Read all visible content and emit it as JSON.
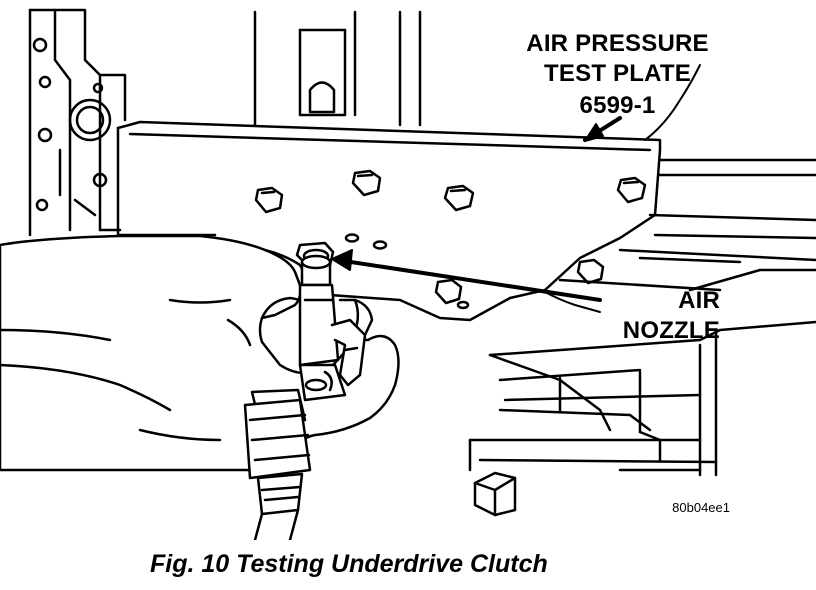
{
  "labels": {
    "plate_line1": "AIR PRESSURE",
    "plate_line2": "TEST PLATE",
    "plate_line3": "6599-1",
    "nozzle_line1": "AIR",
    "nozzle_line2": "NOZZLE"
  },
  "ref_code": "80b04ee1",
  "caption": "Fig. 10 Testing Underdrive Clutch",
  "colors": {
    "ink": "#000000",
    "paper": "#ffffff"
  }
}
